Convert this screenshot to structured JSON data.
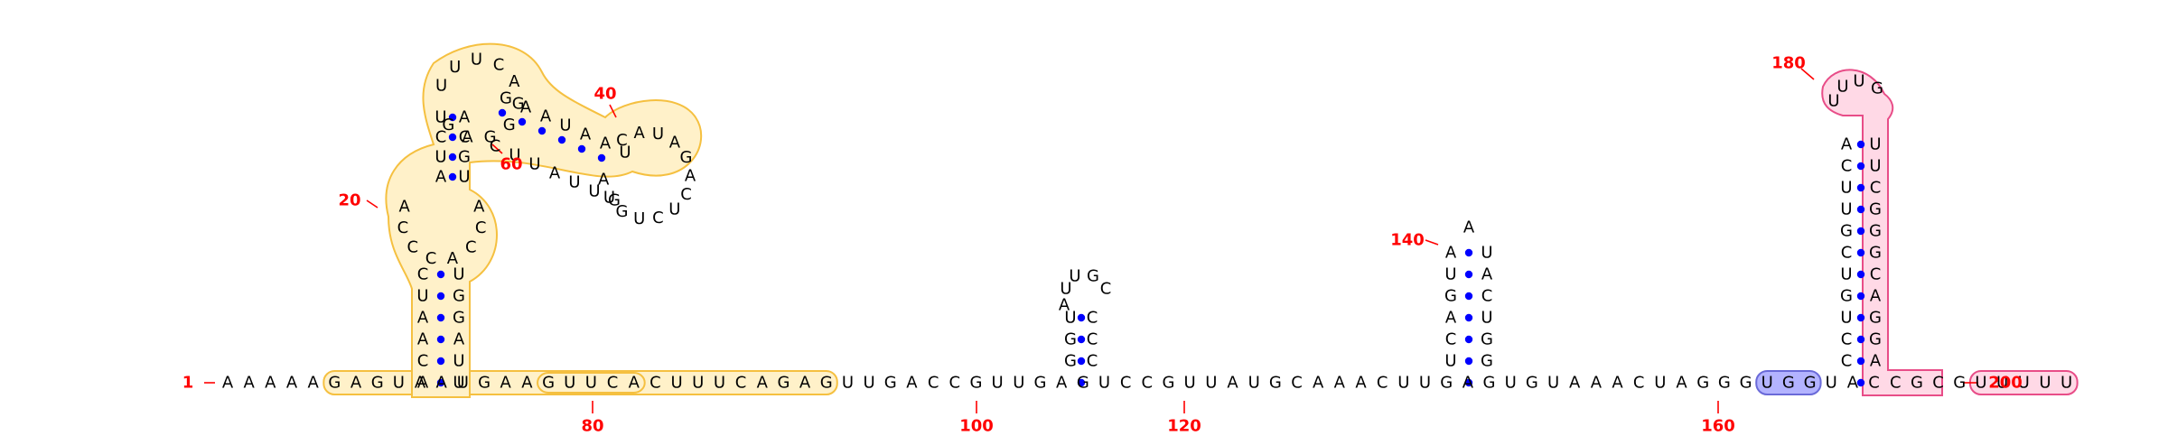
{
  "colors": {
    "highlight_yellow_fill": "#fff1c9",
    "highlight_yellow_stroke": "#f5c040",
    "highlight_blue_fill": "#b3b3ff",
    "highlight_blue_stroke": "#6a6ad8",
    "highlight_pink_fill": "#ffd9e6",
    "highlight_pink_stroke": "#e84d88",
    "base_pair_dot": "#0000ff",
    "position_label": "#ff0000",
    "nucleotide_text": "#000000"
  },
  "rna": {
    "position_labels": [
      "1",
      "20",
      "40",
      "60",
      "80",
      "100",
      "120",
      "140",
      "160",
      "180",
      "200"
    ],
    "backbone_text": {
      "start": "AAAAA",
      "seg_gaguaa": "GAGUAA",
      "seg_80_left": "UGAA",
      "seg_80_high": "GUUCA",
      "seg_80_right": "CUUUCAGAG",
      "seg_mid1": "UUGACCGUUGAGUCC",
      "seg_mid2": "GUUAUGCAAACUUGAGUG",
      "seg_mid3": "U",
      "seg_mid4": "AAACUAGGG",
      "seg_ugg": "UGG",
      "seg_acc": "UACCGCG",
      "seg_end": "UUUUU"
    },
    "stem1_left": "CUAACA",
    "stem1_right": "UUAGGU",
    "loop20": "CCAC",
    "stem2_left": "AUCU",
    "stem2_right": "UGCA",
    "loopA": "UUCAGGG",
    "stem3_left": "GAAUAAU",
    "stem3_right": "CUUAUUG",
    "loopB": "CAUAGACUCUGUA",
    "hp1_left": "GGU",
    "hp1_loop": "AUUGC",
    "hp1_right": "CCC",
    "hp2_left": "AUGACU",
    "hp2_loop": "A",
    "hp2_right": "GGUCAU",
    "hp3_left": "ACUUGCUGUCC",
    "hp3_loop": "UUUG",
    "hp3_right": "AGGACGGGCUU"
  }
}
